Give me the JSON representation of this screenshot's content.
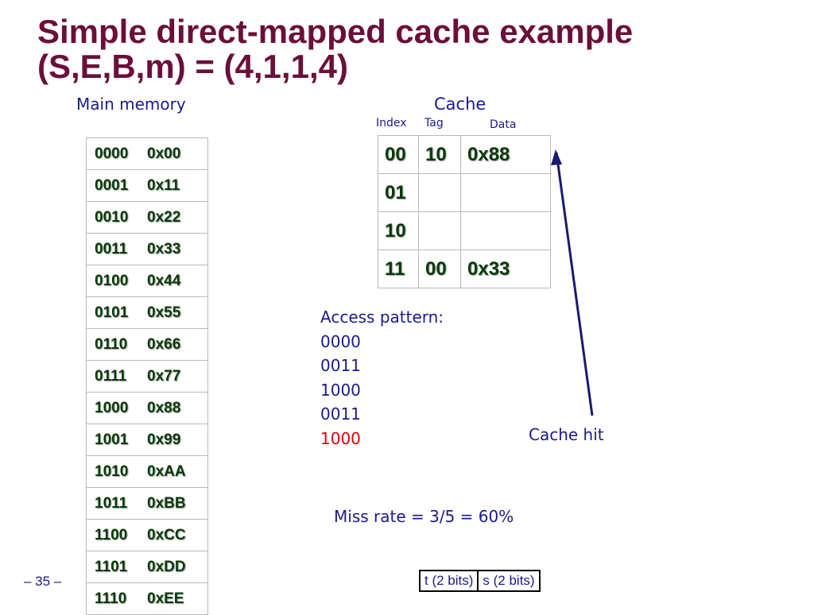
{
  "slide": {
    "title_line1": "Simple direct-mapped cache example",
    "title_line2": "(S,E,B,m) = (4,1,1,4)",
    "page_number": "– 35 –"
  },
  "memory": {
    "label": "Main memory",
    "rows": [
      {
        "addr": "0000",
        "value": "0x00"
      },
      {
        "addr": "0001",
        "value": "0x11"
      },
      {
        "addr": "0010",
        "value": "0x22"
      },
      {
        "addr": "0011",
        "value": "0x33"
      },
      {
        "addr": "0100",
        "value": "0x44"
      },
      {
        "addr": "0101",
        "value": "0x55"
      },
      {
        "addr": "0110",
        "value": "0x66"
      },
      {
        "addr": "0111",
        "value": "0x77"
      },
      {
        "addr": "1000",
        "value": "0x88"
      },
      {
        "addr": "1001",
        "value": "0x99"
      },
      {
        "addr": "1010",
        "value": "0xAA"
      },
      {
        "addr": "1011",
        "value": "0xBB"
      },
      {
        "addr": "1100",
        "value": "0xCC"
      },
      {
        "addr": "1101",
        "value": "0xDD"
      },
      {
        "addr": "1110",
        "value": "0xEE"
      }
    ]
  },
  "cache": {
    "label": "Cache",
    "col_index": "Index",
    "col_tag": "Tag",
    "col_data": "Data",
    "rows": [
      {
        "index": "00",
        "tag": "10",
        "data": "0x88"
      },
      {
        "index": "01",
        "tag": "",
        "data": ""
      },
      {
        "index": "10",
        "tag": "",
        "data": ""
      },
      {
        "index": "11",
        "tag": "00",
        "data": "0x33"
      }
    ]
  },
  "access": {
    "heading": "Access pattern:",
    "items": [
      "0000",
      "0011",
      "1000",
      "0011",
      "1000"
    ],
    "highlight_color": "#e00000"
  },
  "cache_hit_label": "Cache hit",
  "miss_rate": "Miss rate = 3/5 = 60%",
  "address_bits": {
    "t": "t (2 bits)",
    "s": "s (2 bits)"
  },
  "colors": {
    "title": "#6b0f3a",
    "label_blue": "#1a1a8c",
    "cell_text": "#0a3a0a",
    "arrow": "#1a1a6e"
  }
}
